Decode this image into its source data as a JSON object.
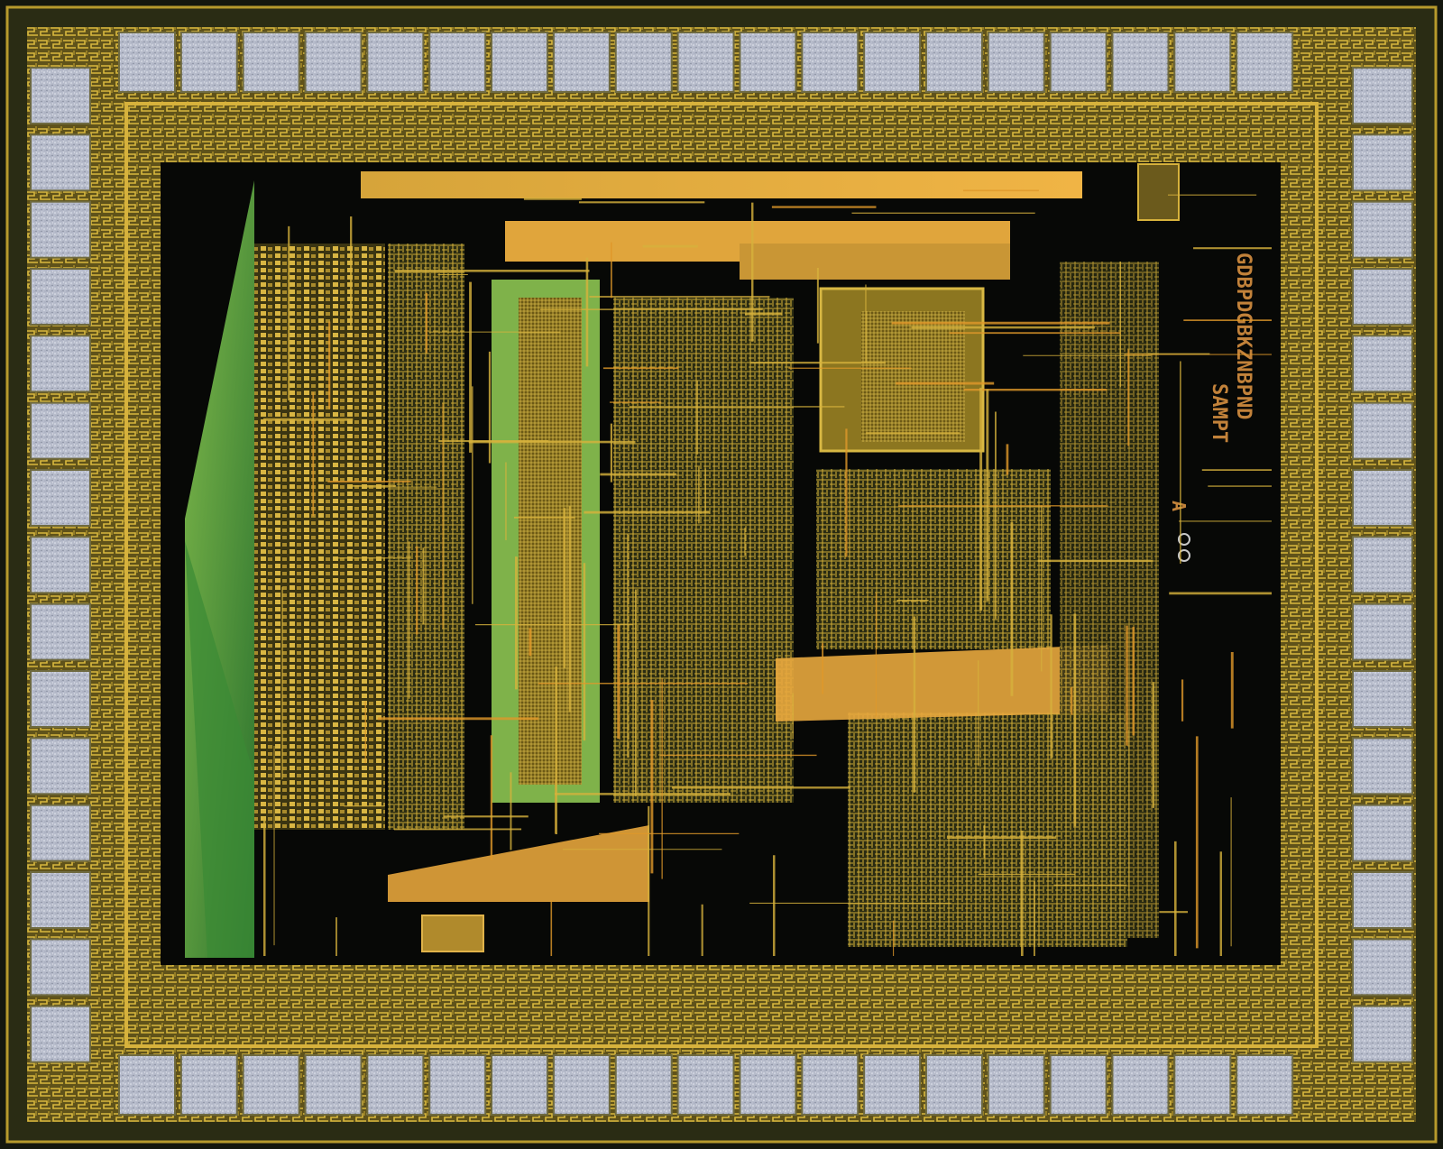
{
  "image": {
    "subject": "integrated-circuit-die",
    "colors": {
      "background": "#14170e",
      "frame": "#b79a2c",
      "pad_fill": "#b3b8c6",
      "pad_border": "#6f6a40",
      "io_ring": "#a8922a",
      "die_core": "#070806",
      "trace": "#d7b23c",
      "highlight_green": "#5fa23e",
      "highlight_orange": "#e0982a",
      "label_color": "#c2823a"
    },
    "pads": {
      "top_count": 19,
      "bottom_count": 19,
      "left_count": 15,
      "right_count": 15
    },
    "die_markings": {
      "line1": "GDBPDGBKZNBPND",
      "line2": "SAMPT",
      "mark": "A"
    }
  }
}
